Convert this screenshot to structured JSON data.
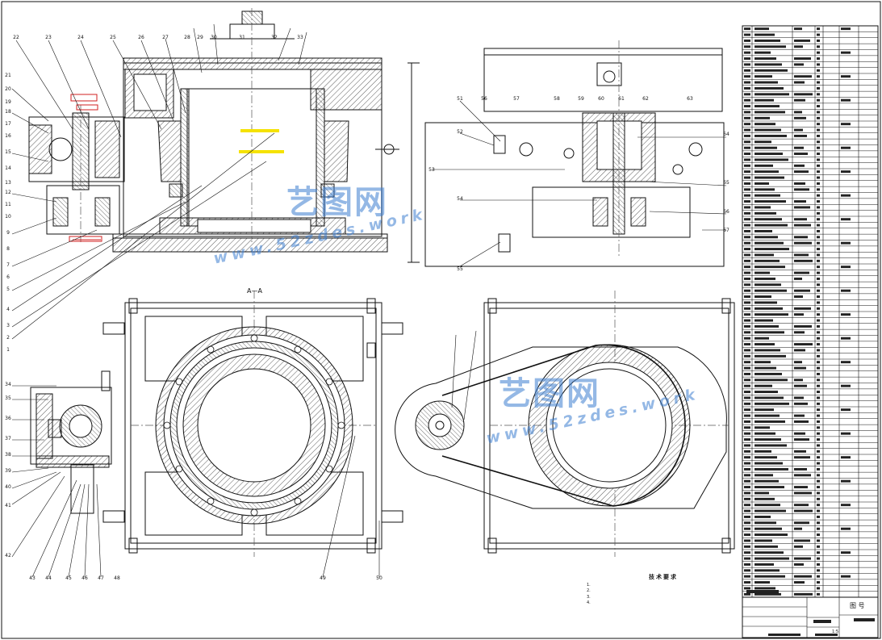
{
  "watermark": {
    "brand": "艺图网",
    "url": "www.52zdes.work"
  },
  "section_label": "A—A",
  "tech_requirements": {
    "title": "技术要求",
    "lines": [
      "1.",
      "2.",
      "3.",
      "4."
    ]
  },
  "title_block": {
    "drawing_no_label": "图 号",
    "scale": "1:5"
  },
  "balloons_left": [
    "22",
    "23",
    "24",
    "25",
    "26",
    "27",
    "28",
    "29",
    "30",
    "31",
    "32",
    "33",
    "21",
    "20",
    "19",
    "18",
    "17",
    "16",
    "15",
    "14",
    "13",
    "12",
    "11",
    "10",
    "9",
    "8",
    "7",
    "6",
    "5",
    "4",
    "3",
    "2",
    "1"
  ],
  "balloons_right": [
    "51",
    "52",
    "53",
    "54",
    "55",
    "56",
    "57",
    "58",
    "59",
    "60",
    "61",
    "62",
    "63",
    "64",
    "65",
    "66",
    "67"
  ],
  "balloons_bottom": [
    "34",
    "35",
    "36",
    "37",
    "38",
    "39",
    "40",
    "41",
    "42",
    "43",
    "44",
    "45",
    "46",
    "47",
    "48",
    "49",
    "50"
  ],
  "bom_rows": 96,
  "colors": {
    "line": "#111111",
    "hatch": "#333333",
    "centerline": "#555555",
    "dimension_red": "#d22222",
    "highlight_yellow": "#f5e200",
    "watermark_blue": "#3d7fd0"
  }
}
